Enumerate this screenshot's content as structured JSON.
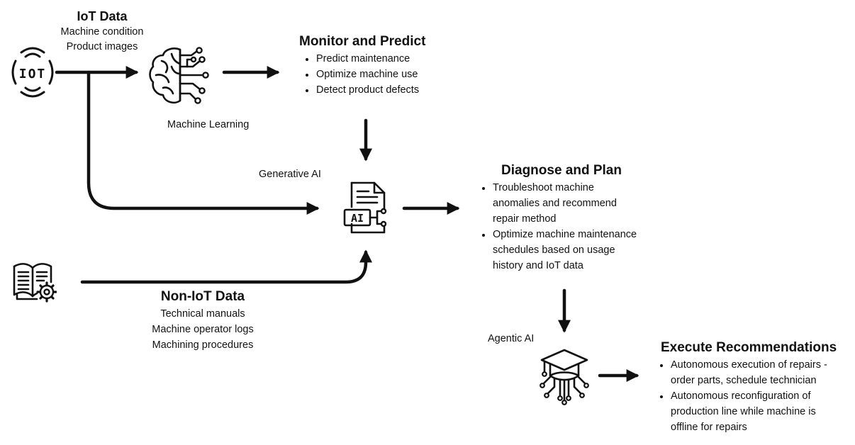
{
  "iot_data": {
    "title": "IoT Data",
    "items": [
      "Machine condition",
      "Product images"
    ],
    "icon": "iot-signal-icon",
    "icon_text": "IOT"
  },
  "machine_learning": {
    "label": "Machine Learning",
    "icon": "brain-circuit-icon"
  },
  "monitor_predict": {
    "title": "Monitor and Predict",
    "bullets": [
      "Predict maintenance",
      "Optimize machine use",
      "Detect product defects"
    ]
  },
  "generative_ai": {
    "label": "Generative AI",
    "icon": "ai-document-icon",
    "icon_text": "AI"
  },
  "diagnose_plan": {
    "title": "Diagnose and Plan",
    "bullets": [
      [
        "Troubleshoot machine",
        "anomalies and recommend",
        "repair method"
      ],
      [
        "Optimize machine maintenance",
        "schedules based on usage",
        "history and IoT data"
      ]
    ]
  },
  "non_iot_data": {
    "title": "Non-IoT Data",
    "items": [
      "Technical manuals",
      "Machine operator logs",
      "Machining procedures"
    ],
    "icon": "manual-book-gear-icon"
  },
  "agentic_ai": {
    "label": "Agentic AI",
    "icon": "graduation-cap-circuit-icon"
  },
  "execute": {
    "title": "Execute Recommendations",
    "bullets": [
      [
        "Autonomous execution of repairs -",
        "order parts, schedule technician"
      ],
      [
        "Autonomous reconfiguration of",
        "production line while machine is",
        "offline for repairs"
      ]
    ]
  },
  "colors": {
    "ink": "#111111",
    "background": "#ffffff"
  }
}
